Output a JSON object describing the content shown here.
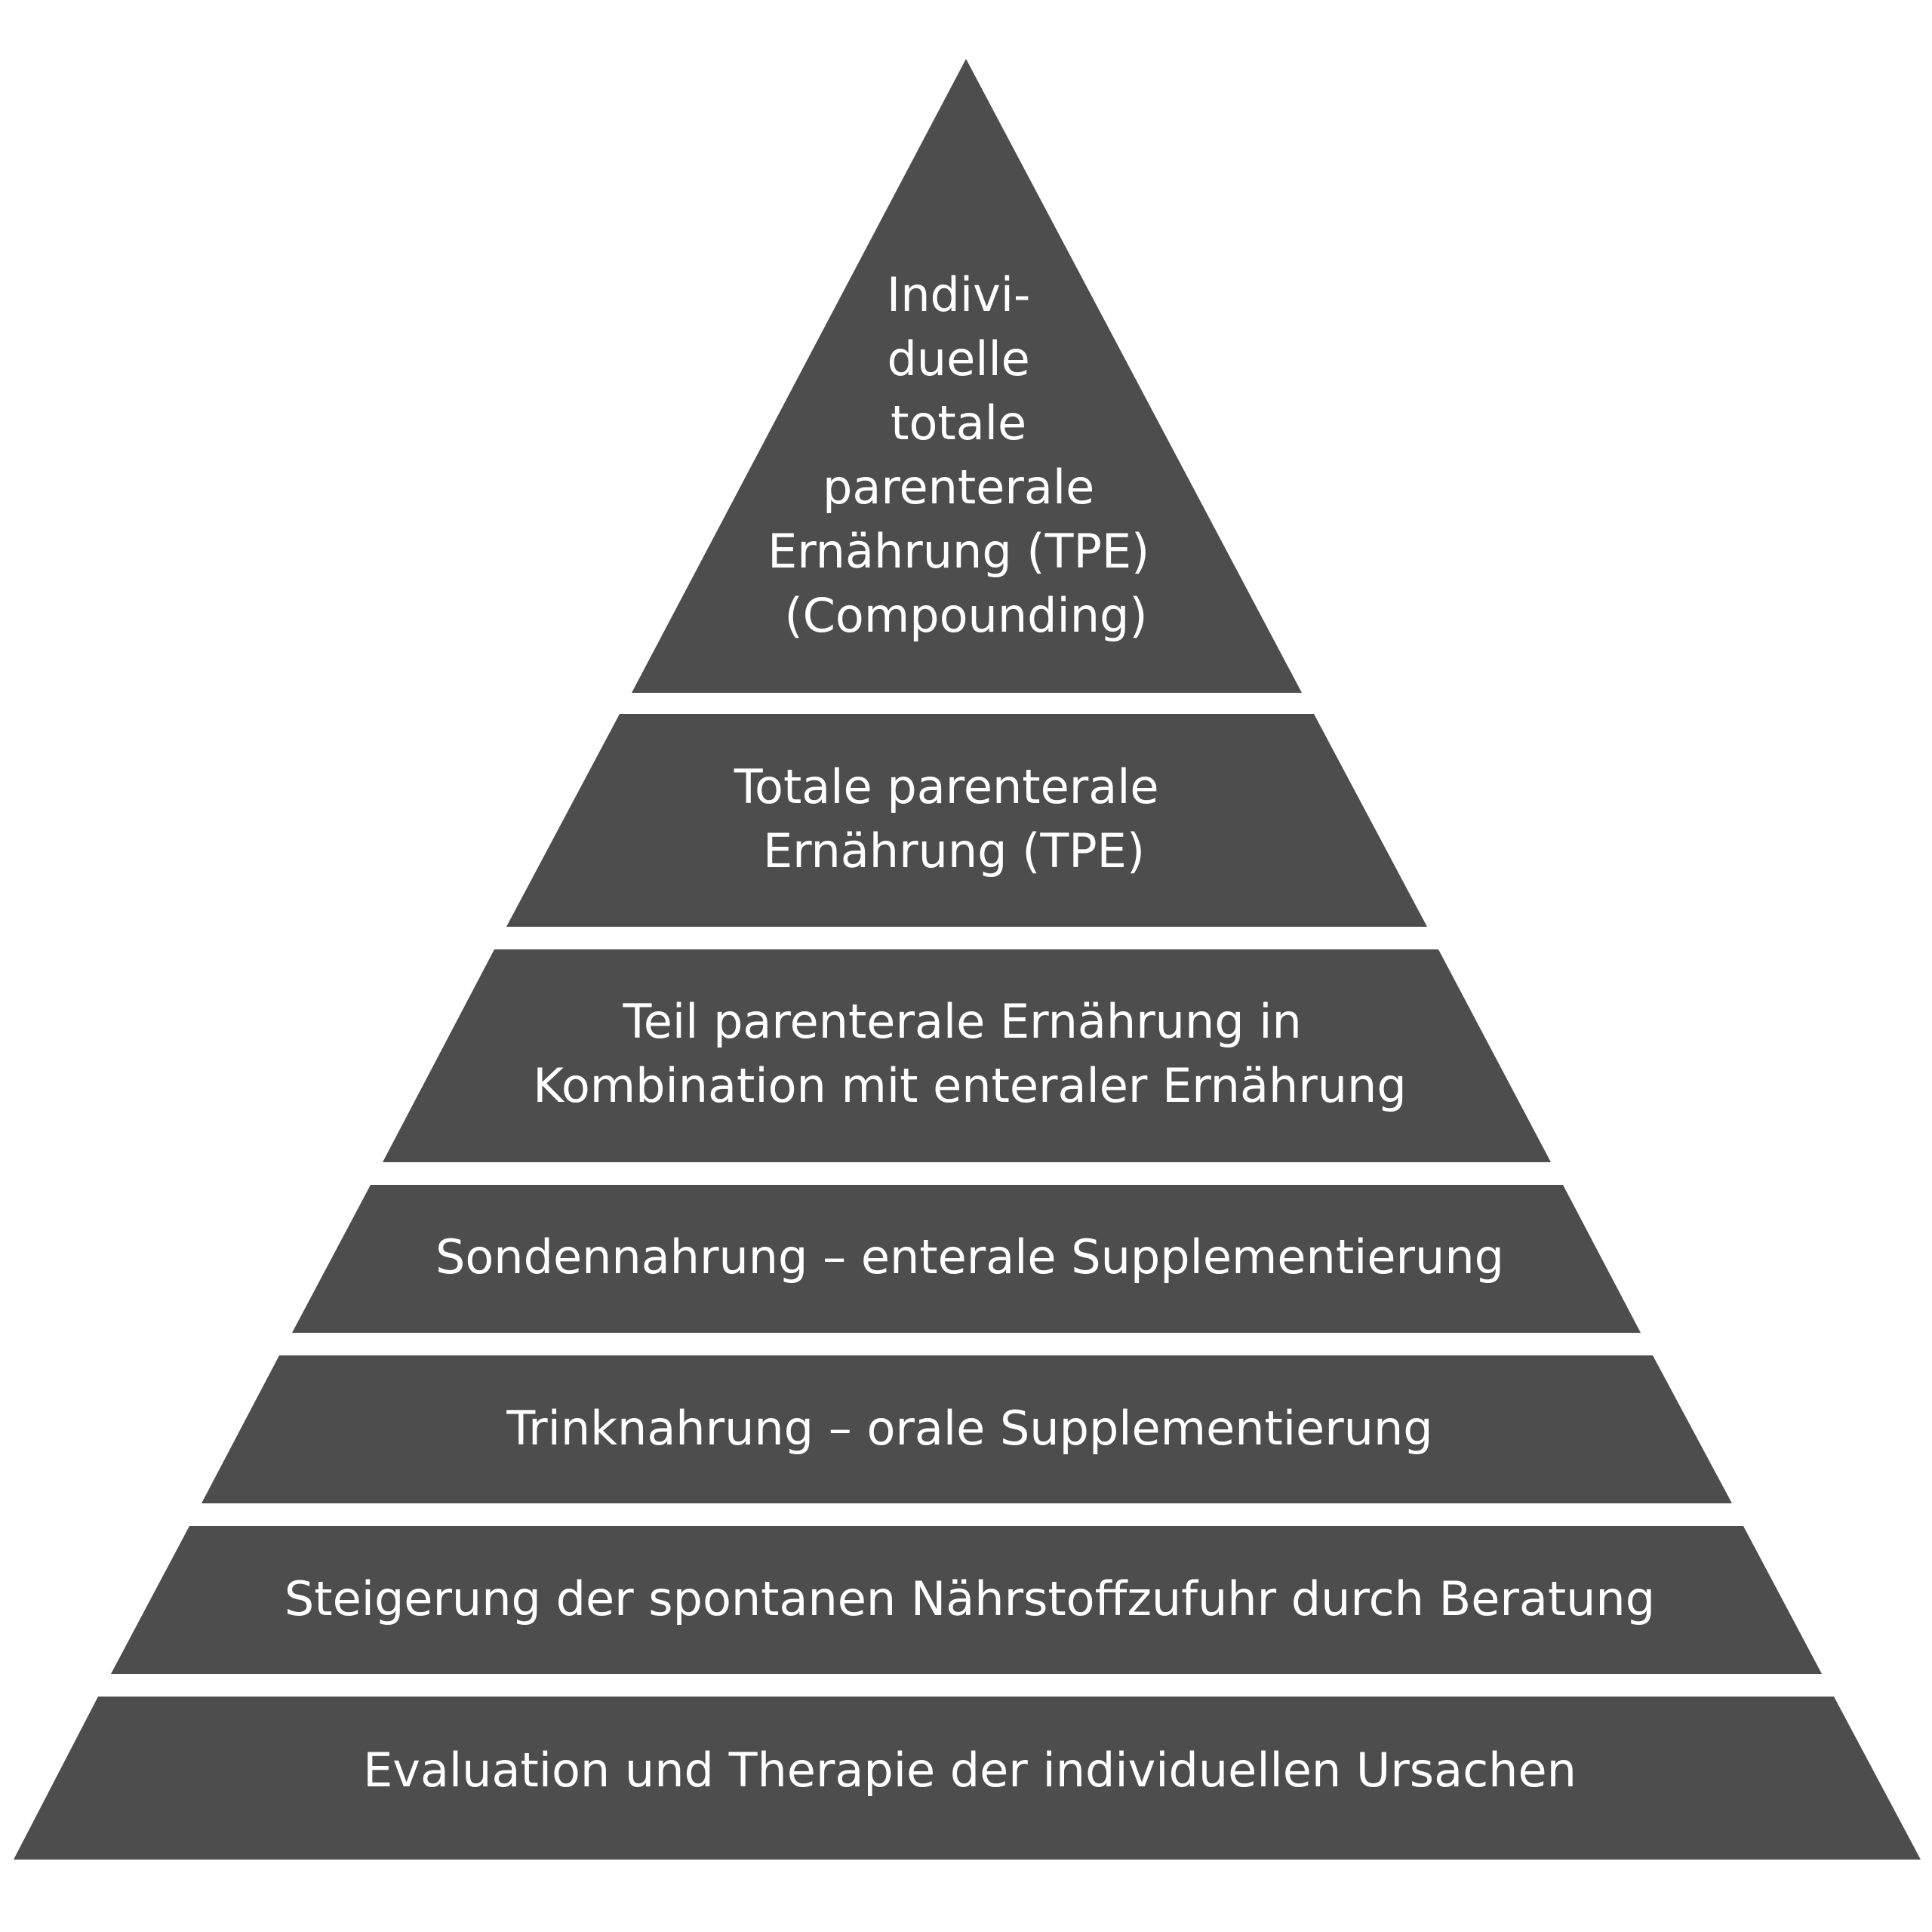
{
  "diagram": {
    "type": "pyramid",
    "fill_color": "#4d4d4d",
    "text_color": "#ffffff",
    "background_color": "#ffffff",
    "tiers": [
      {
        "id": "tier-1",
        "lines": [
          "Indivi-",
          "duelle",
          "totale",
          "parenterale",
          "Ernährung (TPE)",
          "(Compounding)"
        ]
      },
      {
        "id": "tier-2",
        "lines": [
          "Totale parenterale",
          "Ernährung (TPE)"
        ]
      },
      {
        "id": "tier-3",
        "lines": [
          "Teil parenterale Ernährung in",
          "Kombination mit enteraler Ernährung"
        ]
      },
      {
        "id": "tier-4",
        "lines": [
          "Sondennahrung – enterale Supplementierung"
        ]
      },
      {
        "id": "tier-5",
        "lines": [
          "Trinknahrung – orale Supplementierung"
        ]
      },
      {
        "id": "tier-6",
        "lines": [
          "Steigerung der spontanen Nährstoffzufuhr durch Beratung"
        ]
      },
      {
        "id": "tier-7",
        "lines": [
          "Evaluation und Therapie der individuellen Ursachen"
        ]
      }
    ]
  }
}
